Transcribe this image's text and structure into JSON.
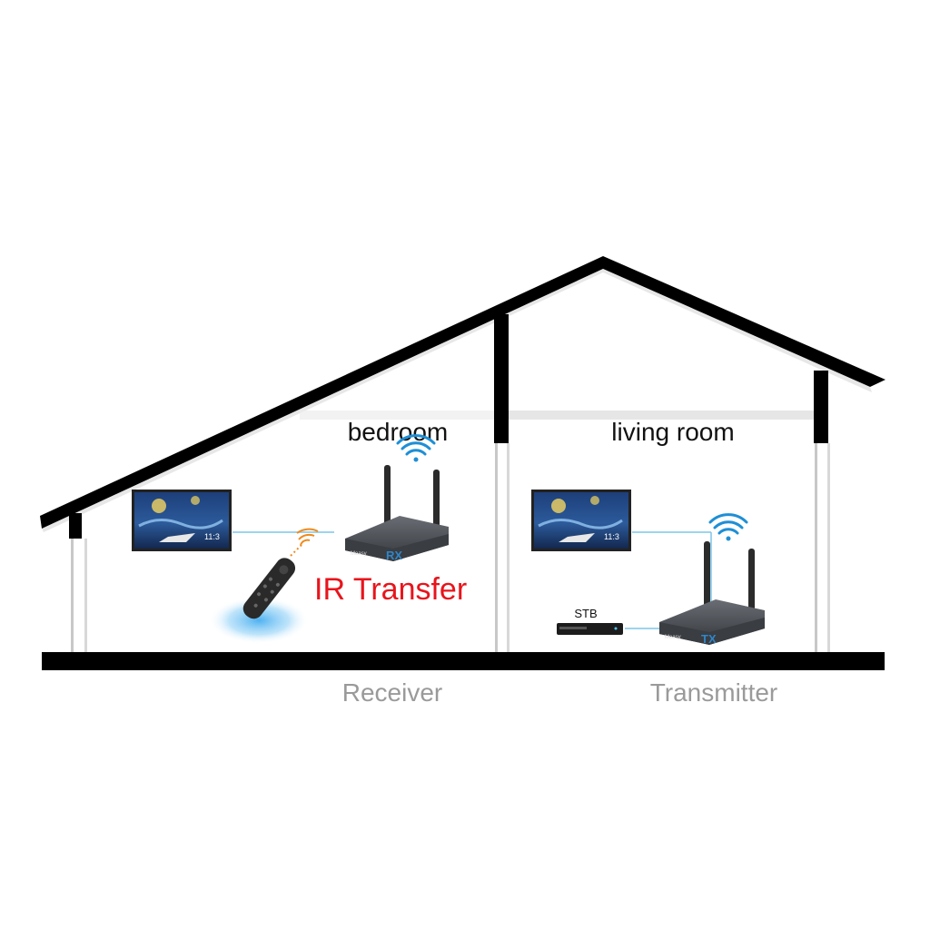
{
  "rooms": {
    "left": {
      "name": "bedroom"
    },
    "right": {
      "name": "living room"
    }
  },
  "annotations": {
    "ir_transfer": "IR Transfer",
    "stb": "STB"
  },
  "devices": {
    "receiver": {
      "caption": "Receiver",
      "badge": "RX",
      "brand": "Measy"
    },
    "transmitter": {
      "caption": "Transmitter",
      "badge": "TX",
      "brand": "Measy"
    }
  },
  "tv_screen": {
    "time": "11:3"
  },
  "colors": {
    "structure": "#000000",
    "ir_label": "#e8141c",
    "caption": "#9a9a9a",
    "wifi": "#1e8fd6",
    "cable": "#7cc6e8",
    "ir_beam": "#f08a1c"
  },
  "icons": [
    "wifi-signal-icon",
    "remote-control-icon",
    "tv-icon",
    "set-top-box-icon"
  ]
}
